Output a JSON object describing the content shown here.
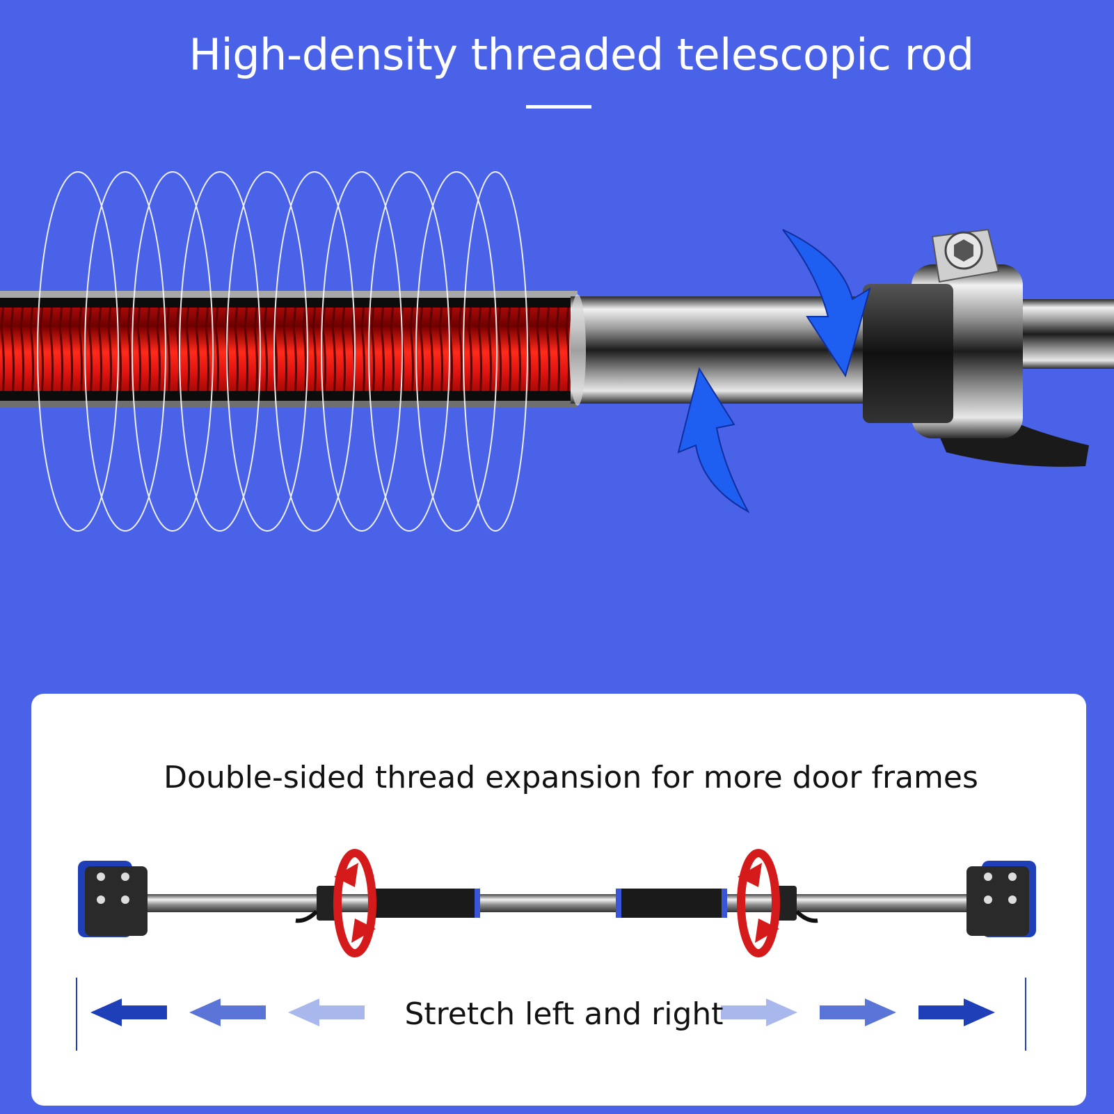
{
  "header": {
    "title": "High-density threaded telescopic rod"
  },
  "card": {
    "title": "Double-sided thread expansion for more door frames",
    "stretch_label": "Stretch left and right"
  },
  "colors": {
    "background": "#4a62e8",
    "card": "#ffffff",
    "thread_red": "#e0130f",
    "arrow_blue": "#1f3fb8",
    "rotate_arrow_blue": "#1e5ef0",
    "rotate_arrow_red": "#d41a1a"
  },
  "icons": {
    "rotate_up": "curved-arrow-down-icon",
    "rotate_down": "curved-arrow-up-icon",
    "stretch_left": "arrow-left-icon",
    "stretch_right": "arrow-right-icon"
  }
}
